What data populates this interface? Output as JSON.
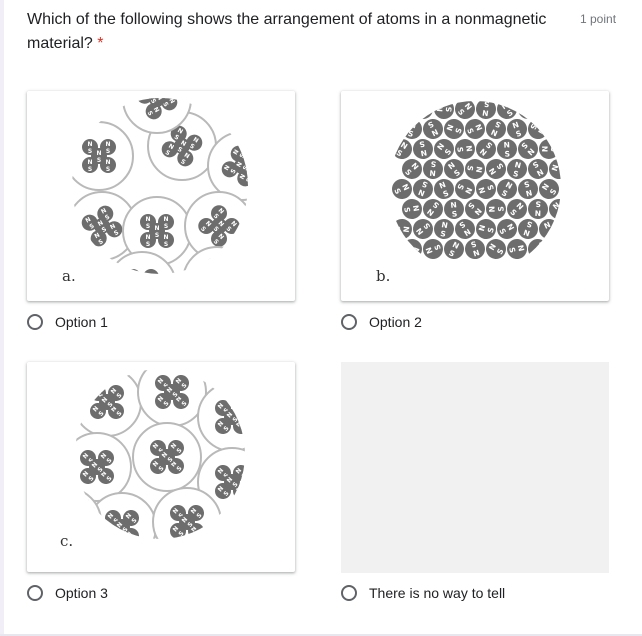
{
  "question": {
    "text": "Which of the following shows the arrangement of atoms in a nonmagnetic material?",
    "required_mark": "*",
    "points": "1 point"
  },
  "options": [
    {
      "image_letter": "a.",
      "label": "Option 1",
      "image": "diagram-a"
    },
    {
      "image_letter": "b.",
      "label": "Option 2",
      "image": "diagram-b"
    },
    {
      "image_letter": "c.",
      "label": "Option 3",
      "image": "diagram-c"
    },
    {
      "label": "There is no way to tell",
      "image": "blank-placeholder"
    }
  ],
  "diagram_text": {
    "north": "N",
    "south": "S"
  },
  "colors": {
    "atom_fill": "#6d6d6d",
    "domain_outline": "#b9b9b9",
    "required": "#d93025",
    "radio_border": "#5f6368"
  }
}
